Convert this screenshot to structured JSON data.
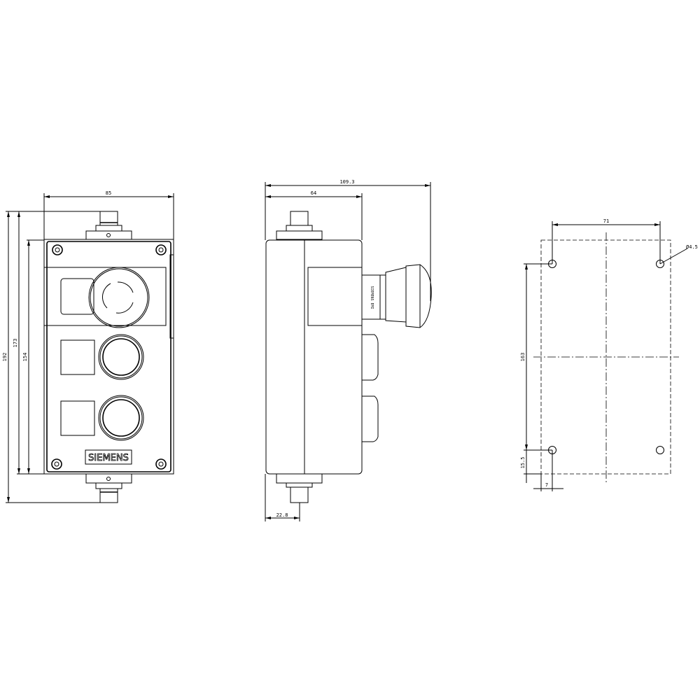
{
  "front_view": {
    "width_dim": "85",
    "height_total_dim": "192",
    "height_connector_dim": "173",
    "height_body_dim": "154",
    "brand_label": "SIEMENS"
  },
  "side_view": {
    "depth_total_dim": "109.3",
    "depth_body_dim": "64",
    "connector_offset_dim": "22.8",
    "estop_marking": "SIEMENS EMI"
  },
  "mounting_view": {
    "hole_spacing_x_dim": "71",
    "hole_spacing_y_dim": "163",
    "hole_offset_y_dim": "15.5",
    "hole_offset_x_dim": "7",
    "hole_diameter_dim": "Ø4.5"
  }
}
